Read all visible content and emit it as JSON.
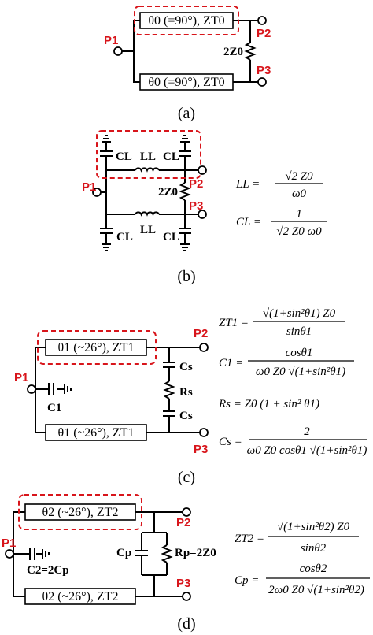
{
  "panels": {
    "a": {
      "caption": "(a)",
      "line_top": "θ0 (=90°), ZT0",
      "line_bottom": "θ0 (=90°), ZT0",
      "ports": [
        "P1",
        "P2",
        "P3"
      ],
      "resistor": "2Z0"
    },
    "b": {
      "caption": "(b)",
      "ports": [
        "P1",
        "P2",
        "P3"
      ],
      "cap_label": "CL",
      "ind_label": "LL",
      "resistor": "2Z0",
      "eq_L_lhs": "LL =",
      "eq_L_num": "√2 Z0",
      "eq_L_den": "ω0",
      "eq_C_lhs": "CL =",
      "eq_C_num": "1",
      "eq_C_den": "√2 Z0 ω0"
    },
    "c": {
      "caption": "(c)",
      "line_top": "θ1 (~26°), ZT1",
      "line_bottom": "θ1 (~26°), ZT1",
      "ports": [
        "P1",
        "P2",
        "P3"
      ],
      "cap_shunt": "C1",
      "cap_series": "Cs",
      "resistor": "Rs",
      "eq_ZT1_lhs": "ZT1 =",
      "eq_ZT1_num": "√(1+sin²θ1) Z0",
      "eq_ZT1_den": "sinθ1",
      "eq_C1_lhs": "C1 =",
      "eq_C1_num": "cosθ1",
      "eq_C1_den": "ω0 Z0 √(1+sin²θ1)",
      "eq_Rs": "Rs = Z0 (1 + sin² θ1)",
      "eq_Cs_lhs": "Cs =",
      "eq_Cs_num": "2",
      "eq_Cs_den": "ω0 Z0 cosθ1 √(1+sin²θ1)"
    },
    "d": {
      "caption": "(d)",
      "line_top": "θ2 (~26°), ZT2",
      "line_bottom": "θ2 (~26°), ZT2",
      "ports": [
        "P1",
        "P2",
        "P3"
      ],
      "cap_shunt": "C2=2Cp",
      "cap_parallel": "Cp",
      "resistor": "Rp=2Z0",
      "eq_ZT2_lhs": "ZT2 =",
      "eq_ZT2_num": "√(1+sin²θ2) Z0",
      "eq_ZT2_den": "sinθ2",
      "eq_Cp_lhs": "Cp =",
      "eq_Cp_num": "cosθ2",
      "eq_Cp_den": "2ω0 Z0 √(1+sin²θ2)"
    }
  },
  "colors": {
    "port": "#d8151b",
    "highlight": "#d8151b",
    "wire": "#000000"
  }
}
